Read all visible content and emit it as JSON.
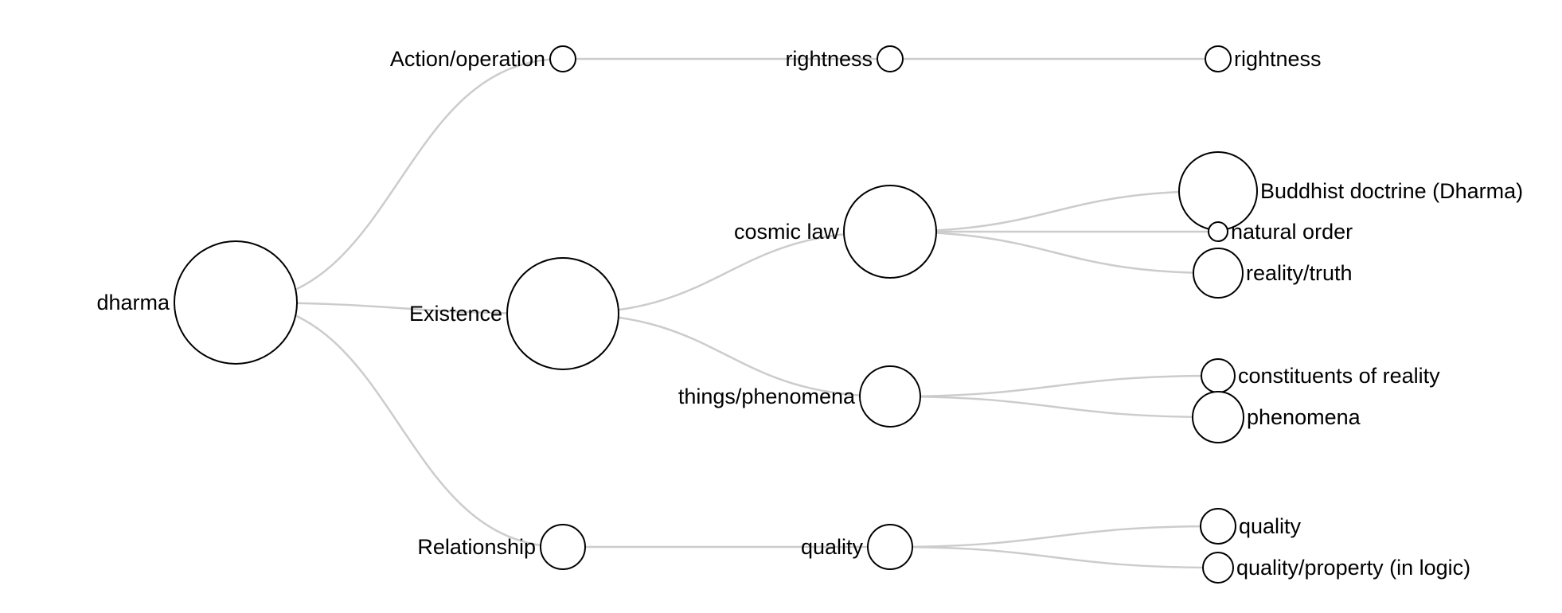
{
  "diagram": {
    "root": {
      "label": "dharma",
      "children": [
        {
          "label": "Action/operation",
          "children": [
            {
              "label": "rightness",
              "children": [
                {
                  "label": "rightness"
                }
              ]
            }
          ]
        },
        {
          "label": "Existence",
          "children": [
            {
              "label": "cosmic law",
              "children": [
                {
                  "label": "Buddhist doctrine (Dharma)"
                },
                {
                  "label": "natural order"
                },
                {
                  "label": "reality/truth"
                }
              ]
            },
            {
              "label": "things/phenomena",
              "children": [
                {
                  "label": "constituents of reality"
                },
                {
                  "label": "phenomena"
                }
              ]
            }
          ]
        },
        {
          "label": "Relationship",
          "children": [
            {
              "label": "quality",
              "children": [
                {
                  "label": "quality"
                },
                {
                  "label": "quality/property (in logic)"
                }
              ]
            }
          ]
        }
      ]
    }
  },
  "colors": {
    "link": "#cccccc",
    "node_stroke": "#000000",
    "node_fill": "#ffffff",
    "text": "#000000"
  }
}
